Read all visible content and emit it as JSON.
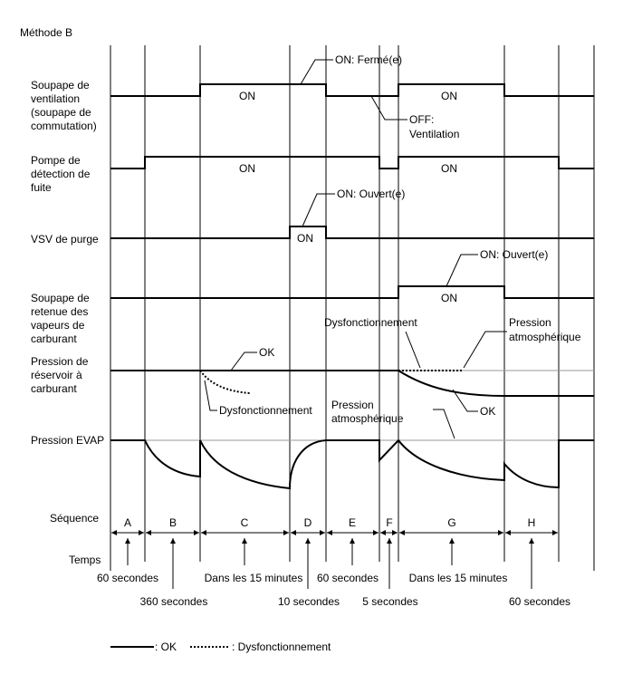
{
  "title": "Méthode B",
  "rows": [
    {
      "label_lines": [
        "Soupape de",
        "ventilation",
        "(soupape de",
        "commutation)"
      ]
    },
    {
      "label_lines": [
        "Pompe de",
        "détection de",
        "fuite"
      ]
    },
    {
      "label_lines": [
        "VSV de purge"
      ]
    },
    {
      "label_lines": [
        "Soupape de",
        "retenue des",
        "vapeurs de",
        "carburant"
      ]
    },
    {
      "label_lines": [
        "Pression de",
        "réservoir à",
        "carburant"
      ]
    },
    {
      "label_lines": [
        "Pression EVAP"
      ]
    }
  ],
  "state_on": "ON",
  "callouts": {
    "vent_closed": "ON: Fermé(e)",
    "vent_off_1": "OFF:",
    "vent_off_2": "Ventilation",
    "purge_open": "ON: Ouvert(e)",
    "vapor_open": "ON: Ouvert(e)",
    "tank_ok": "OK",
    "tank_malf_left": "Dysfonctionnement",
    "tank_malf_right": "Dysfonctionnement",
    "tank_atm_1": "Pression",
    "tank_atm_2": "atmosphérique",
    "tank_ok_right": "OK",
    "evap_atm_1": "Pression",
    "evap_atm_2": "atmosphérique"
  },
  "sequence_label": "Séquence",
  "time_label": "Temps",
  "sequence": [
    "A",
    "B",
    "C",
    "D",
    "E",
    "F",
    "G",
    "H"
  ],
  "durations_upper": [
    "60 secondes",
    "Dans les 15 minutes",
    "60 secondes",
    "Dans les 15 minutes"
  ],
  "durations_lower": [
    "360 secondes",
    "10 secondes",
    "5 secondes",
    "60 secondes"
  ],
  "legend": {
    "ok": ": OK",
    "malfunction": ": Dysfonctionnement"
  }
}
